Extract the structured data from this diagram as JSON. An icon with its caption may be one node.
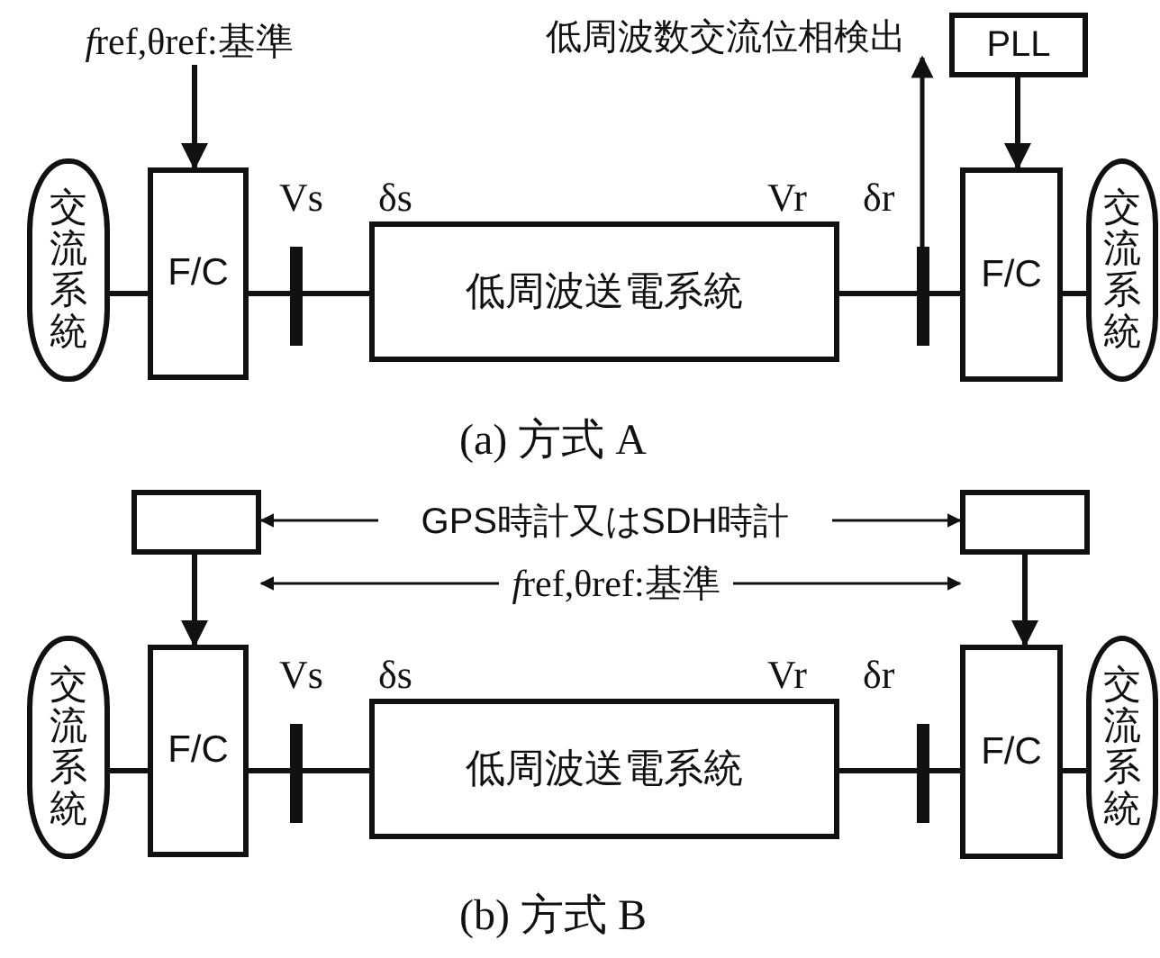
{
  "diagram": {
    "nodes": [
      {
        "text": [
          "fref,θref:基準"
        ]
      },
      {
        "text": [
          "低周波数交流位相検出"
        ]
      },
      {
        "text": [
          "PLL"
        ]
      },
      {
        "text": [
          "交流系統"
        ]
      },
      {
        "text": [
          "F/C"
        ]
      },
      {
        "text": [],
        "shape": "bar"
      },
      {
        "text": [
          "低周波送電系統"
        ]
      },
      {
        "text": [],
        "shape": "bar"
      },
      {
        "text": [
          "F/C"
        ]
      },
      {
        "text": [
          "交流系統"
        ]
      },
      {
        "text": [],
        "shape": "box"
      },
      {
        "text": [
          "GPS時計又はSDH時計"
        ]
      },
      {
        "text": [],
        "shape": "box"
      },
      {
        "text": [
          "fref,θref:基準"
        ]
      },
      {
        "text": [
          "交流系統"
        ]
      },
      {
        "text": [
          "F/C"
        ]
      },
      {
        "text": [],
        "shape": "bar"
      },
      {
        "text": [
          "低周波送電系統"
        ]
      },
      {
        "text": [],
        "shape": "bar"
      },
      {
        "text": [
          "F/C"
        ]
      },
      {
        "text": [
          "交流系統"
        ]
      }
    ],
    "edges": [
      {
        "from": 0,
        "to": 4,
        "arrow": "to"
      },
      {
        "from": 2,
        "to": 8,
        "arrow": "to"
      },
      {
        "from": 7,
        "to": 1,
        "arrow": "to"
      },
      {
        "from": 3,
        "to": 4,
        "arrow": "none"
      },
      {
        "from": 4,
        "to": 5,
        "arrow": "none"
      },
      {
        "from": 5,
        "to": 6,
        "arrow": "none"
      },
      {
        "from": 6,
        "to": 7,
        "arrow": "none"
      },
      {
        "from": 7,
        "to": 8,
        "arrow": "none"
      },
      {
        "from": 8,
        "to": 9,
        "arrow": "none"
      },
      {
        "from": 11,
        "to": 10,
        "arrow": "to"
      },
      {
        "from": 11,
        "to": 12,
        "arrow": "to"
      },
      {
        "from": 13,
        "to": 10,
        "arrow": "to"
      },
      {
        "from": 13,
        "to": 12,
        "arrow": "to"
      },
      {
        "from": 10,
        "to": 15,
        "arrow": "to"
      },
      {
        "from": 12,
        "to": 19,
        "arrow": "to"
      },
      {
        "from": 14,
        "to": 15,
        "arrow": "none"
      },
      {
        "from": 15,
        "to": 16,
        "arrow": "none"
      },
      {
        "from": 16,
        "to": 17,
        "arrow": "none"
      },
      {
        "from": 17,
        "to": 18,
        "arrow": "none"
      },
      {
        "from": 18,
        "to": 19,
        "arrow": "none"
      },
      {
        "from": 19,
        "to": 20,
        "arrow": "none"
      }
    ],
    "labels": [
      "Vs",
      "δs",
      "Vr",
      "δr",
      "(a) 方式 A",
      "Vs",
      "δs",
      "Vr",
      "δr",
      "(b) 方式 B"
    ]
  }
}
